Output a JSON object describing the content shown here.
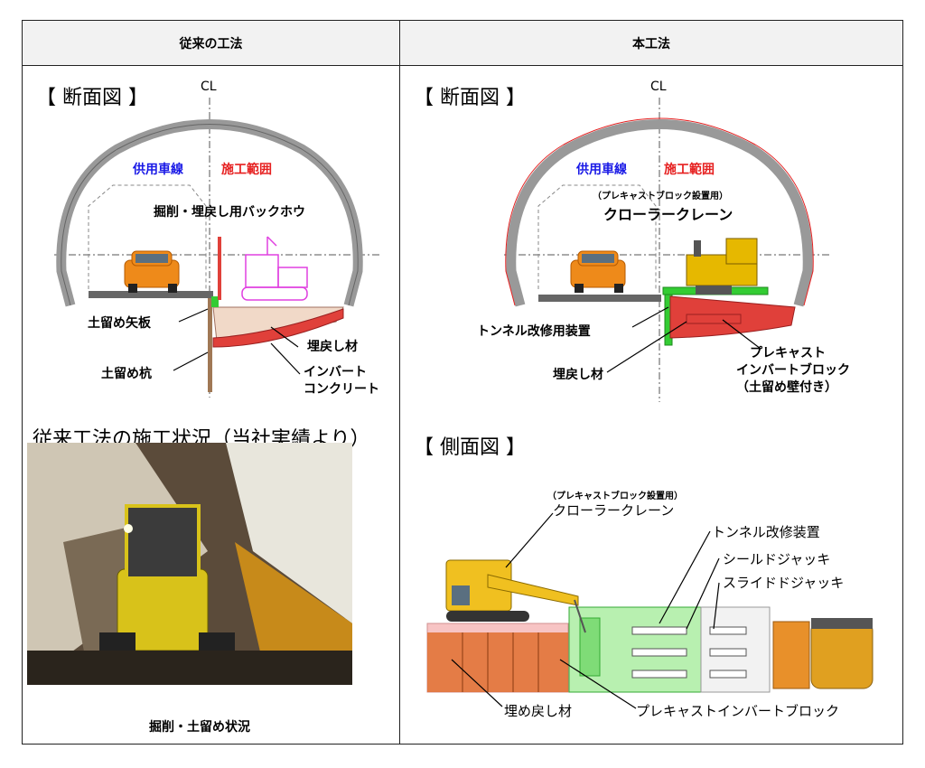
{
  "headers": {
    "left": "従来の工法",
    "right": "本工法"
  },
  "left": {
    "section_title": "【 断面図 】",
    "cl": "CL",
    "lane_label": "供用車線",
    "work_label": "施工範囲",
    "backhoe_label": "掘削・埋戻し用バックホウ",
    "sheet_label": "土留め矢板",
    "pile_label": "土留め杭",
    "backfill_label": "埋戻し材",
    "invert_label_1": "インバート",
    "invert_label_2": "コンクリート",
    "photo_title": "従来工法の施工状況（当社実績より）",
    "photo_caption": "掘削・土留め状況"
  },
  "right": {
    "section_title": "【 断面図 】",
    "cl": "CL",
    "lane_label": "供用車線",
    "work_label": "施工範囲",
    "crane_note": "（プレキャストブロック設置用）",
    "crane_label": "クローラークレーン",
    "device_label": "トンネル改修用装置",
    "backfill_label": "埋戻し材",
    "precast_label_1": "プレキャスト",
    "precast_label_2": "インバートブロック",
    "precast_label_3": "（土留め壁付き）",
    "side_title": "【 側面図 】",
    "side_crane_note": "（プレキャストブロック設置用）",
    "side_crane_label": "クローラークレーン",
    "side_device_label": "トンネル改修装置",
    "shield_label": "シールドジャッキ",
    "slide_label": "スライドドジャッキ",
    "side_backfill_label": "埋め戻し材",
    "side_precast_label": "プレキャストインバートブロック"
  },
  "colors": {
    "lane": "#1a1ae6",
    "work": "#e62020",
    "excavator": "#e6b800",
    "green_device": "#33cc33",
    "invert_red": "#e0403a",
    "backhoe_magenta": "#e040e0"
  }
}
